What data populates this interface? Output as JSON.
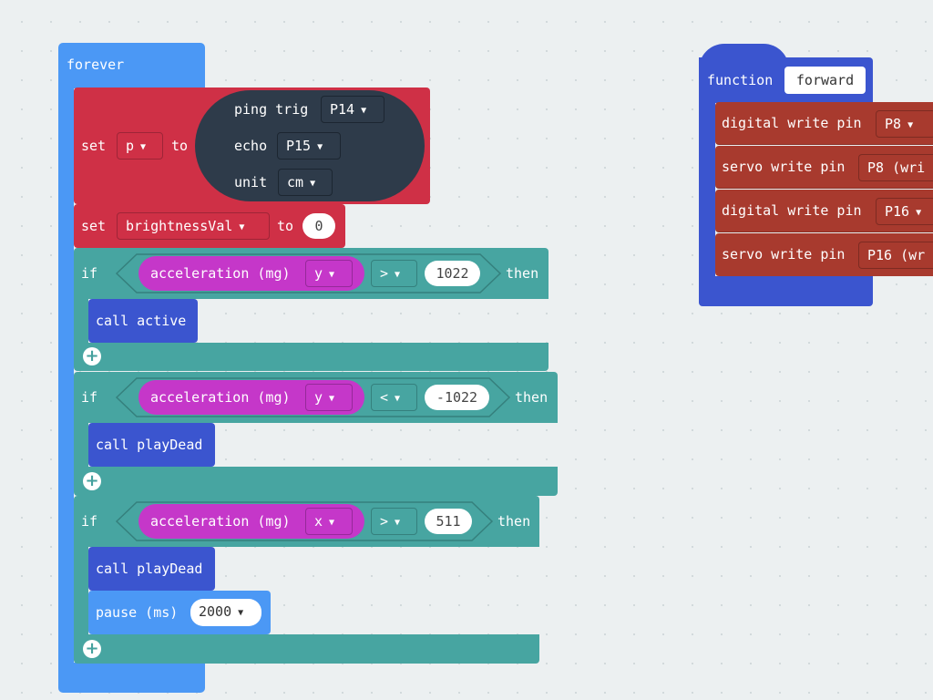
{
  "forever": {
    "label": "forever"
  },
  "set_p": {
    "set_label": "set",
    "variable": "p",
    "to_label": "to",
    "ping": {
      "ping_label": "ping trig",
      "trig_pin": "P14",
      "echo_label": "echo",
      "echo_pin": "P15",
      "unit_label": "unit",
      "unit": "cm"
    }
  },
  "set_brightness": {
    "set_label": "set",
    "variable": "brightnessVal",
    "to_label": "to",
    "value": "0"
  },
  "if_blocks": [
    {
      "if_label": "if",
      "sensor": "acceleration (mg)",
      "axis": "y",
      "operator": ">",
      "value": "1022",
      "then_label": "then",
      "body": [
        {
          "call_label": "call active"
        }
      ]
    },
    {
      "if_label": "if",
      "sensor": "acceleration (mg)",
      "axis": "y",
      "operator": "<",
      "value": "-1022",
      "then_label": "then",
      "body": [
        {
          "call_label": "call playDead"
        }
      ]
    },
    {
      "if_label": "if",
      "sensor": "acceleration (mg)",
      "axis": "x",
      "operator": ">",
      "value": "511",
      "then_label": "then",
      "body": [
        {
          "call_label": "call playDead"
        }
      ],
      "pause": {
        "label": "pause (ms)",
        "value": "2000"
      }
    }
  ],
  "function_block": {
    "label": "function",
    "name": "forward",
    "statements": [
      {
        "text": "digital write pin",
        "pin": "P8",
        "has_caret": true
      },
      {
        "text": "servo write pin",
        "pin": "P8 (wri",
        "has_caret": false
      },
      {
        "text": "digital write pin",
        "pin": "P16",
        "has_caret": true
      },
      {
        "text": "servo write pin",
        "pin": "P16 (wr",
        "has_caret": false
      }
    ]
  },
  "icons": {
    "add": "plus-circle-icon",
    "dropdown": "caret-down-icon"
  },
  "colors": {
    "workspace": "#ecf0f1",
    "loops": "#4b98f5",
    "variables": "#cf3046",
    "sonar": "#2e3b4a",
    "logic": "#47a5a1",
    "input": "#c537c9",
    "functions": "#3b55cf",
    "pins": "#a83a2e"
  }
}
